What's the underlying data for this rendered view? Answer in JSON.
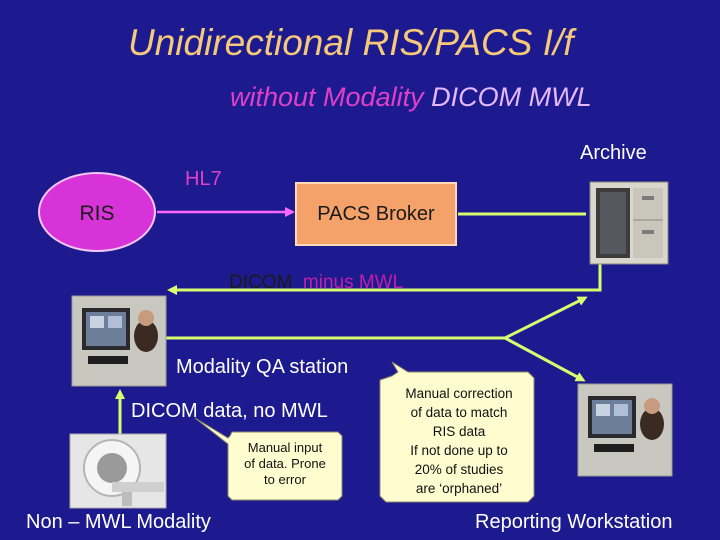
{
  "slide": {
    "title": "Unidirectional RIS/PACS I/f",
    "subtitle_part1": "without Modality",
    "subtitle_part2": "DICOM MWL"
  },
  "nodes": {
    "ris": "RIS",
    "pacs_broker": "PACS Broker",
    "archive": "Archive",
    "qa_station": "Modality QA station",
    "non_mwl_modality": "Non – MWL Modality",
    "reporting_workstation": "Reporting Workstation"
  },
  "edges": {
    "hl7": "HL7",
    "dicom_part1": "DICOM",
    "dicom_part2": "minus MWL",
    "dicom_data": "DICOM data, no MWL"
  },
  "callouts": {
    "manual_input": [
      "Manual input",
      "of data. Prone",
      "to error"
    ],
    "manual_correction": [
      "Manual correction",
      "of data to match",
      "RIS data",
      "If not done up to",
      "20% of studies",
      "are ‘orphaned’"
    ]
  },
  "colors": {
    "background": "#1c1a8e",
    "title": "#f6c87a",
    "ris_fill": "#d833d8",
    "broker_fill": "#f4a26a",
    "arrow": "#d8ff70",
    "hl7_arrow": "#ff66ff",
    "callout_fill": "#fffdd0"
  },
  "icons": {
    "archive": "archive-cabinet-icon",
    "qa_station": "workstation-photo-icon",
    "reporting": "workstation-photo-icon",
    "modality": "ct-scanner-icon"
  }
}
